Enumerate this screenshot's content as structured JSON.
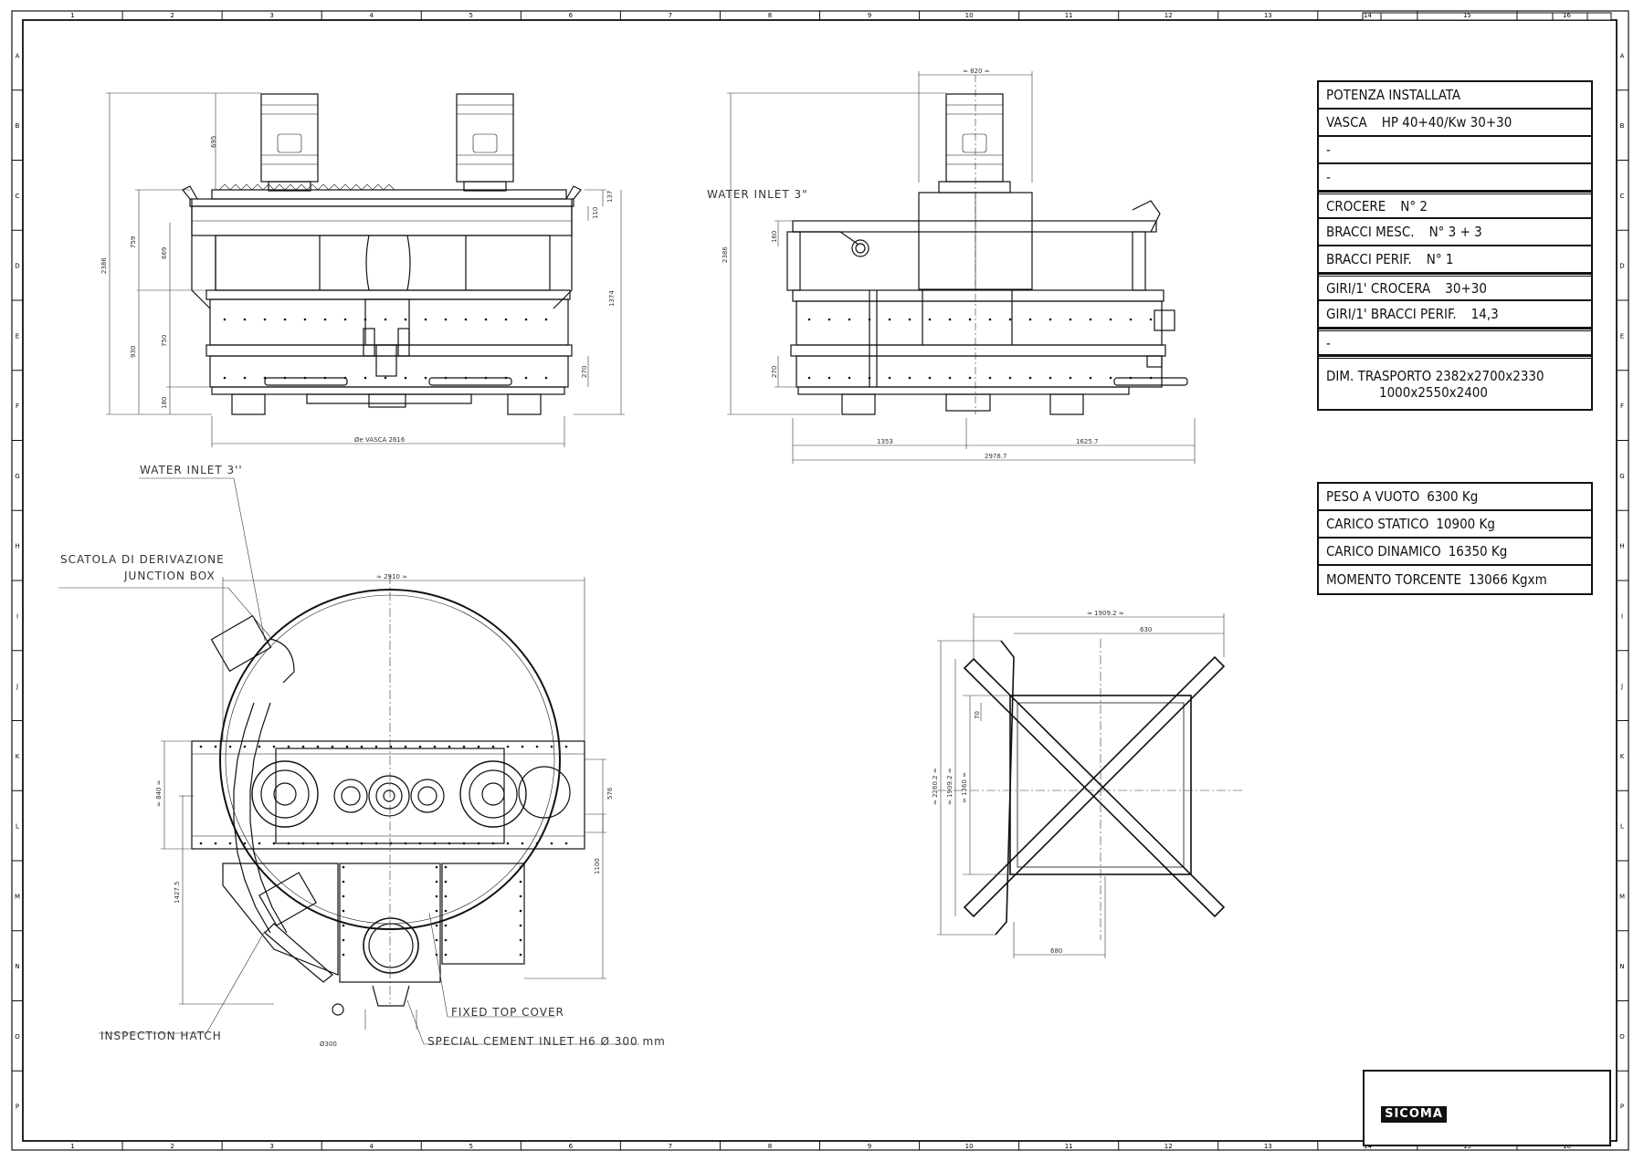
{
  "spec_table_1": {
    "rows": [
      {
        "k": "POTENZA INSTALLATA",
        "v": ""
      },
      {
        "k": "VASCA",
        "v": "HP 40+40/Kw 30+30"
      },
      {
        "k": "-",
        "v": ""
      },
      {
        "k": "-",
        "v": ""
      },
      {
        "k": "CROCERE",
        "v": "N° 2"
      },
      {
        "k": "BRACCI MESC.",
        "v": "N° 3 + 3"
      },
      {
        "k": "BRACCI PERIF.",
        "v": "N° 1"
      },
      {
        "k": "GIRI/1' CROCERA",
        "v": "30+30"
      },
      {
        "k": "GIRI/1' BRACCI PERIF.",
        "v": "14,3"
      },
      {
        "k": "-",
        "v": ""
      }
    ],
    "transport_label": "DIM. TRASPORTO",
    "transport_line1": "2382x2700x2330",
    "transport_line2": "1000x2550x2400"
  },
  "spec_table_2": {
    "rows": [
      {
        "k": "PESO A VUOTO",
        "v": "6300 Kg"
      },
      {
        "k": "CARICO STATICO",
        "v": "10900 Kg"
      },
      {
        "k": "CARICO DINAMICO",
        "v": "16350 Kg"
      },
      {
        "k": "MOMENTO TORCENTE",
        "v": "13066 Kgxm"
      }
    ]
  },
  "callouts": {
    "water_inlet_side": "WATER INLET 3\"",
    "water_inlet_top": "WATER INLET 3''",
    "junction_box_it": "SCATOLA DI DERIVAZIONE",
    "junction_box_en": "JUNCTION BOX",
    "inspection_hatch": "INSPECTION HATCH",
    "fixed_top_cover": "FIXED TOP COVER",
    "cement_inlet": "SPECIAL CEMENT INLET  H6 Ø 300 mm"
  },
  "dimensions": {
    "front_695": "695",
    "front_2386": "2386",
    "front_759": "759",
    "front_669": "669",
    "front_930": "930",
    "front_750": "750",
    "front_180": "180",
    "front_137": "137",
    "front_110": "110",
    "front_1374": "1374",
    "front_270": "270",
    "front_vasca": "Øe VASCA 2616",
    "side_820": "≈ 820 ≈",
    "side_2386": "2386",
    "side_160": "160",
    "side_270": "270",
    "side_1353": "1353",
    "side_1625": "1625.7",
    "side_2978": "2978.7",
    "top_2910": "≈ 2910 ≈",
    "top_840": "≈ 840 ≈",
    "top_576": "576",
    "top_1100": "1100",
    "top_1427": "1427.5",
    "top_300": "Ø300",
    "frame_1909w": "≈ 1909.2 ≈",
    "frame_630": "630",
    "frame_2260": "≈ 2260.2 ≈",
    "frame_1909h": "≈ 1909.2 ≈",
    "frame_1360": "≈ 1360 ≈",
    "frame_70": "70",
    "frame_680": "680"
  },
  "grid": {
    "cols": [
      "1",
      "2",
      "3",
      "4",
      "5",
      "6",
      "7",
      "8",
      "9",
      "10",
      "11",
      "12",
      "13",
      "14",
      "15",
      "16"
    ],
    "rows": [
      "A",
      "B",
      "C",
      "D",
      "E",
      "F",
      "G",
      "H",
      "I",
      "J",
      "K",
      "L",
      "M",
      "N",
      "O",
      "P"
    ]
  },
  "titleblock": {
    "brand": "SICOMA"
  },
  "colors": {
    "ink": "#111111",
    "paper": "#ffffff"
  }
}
